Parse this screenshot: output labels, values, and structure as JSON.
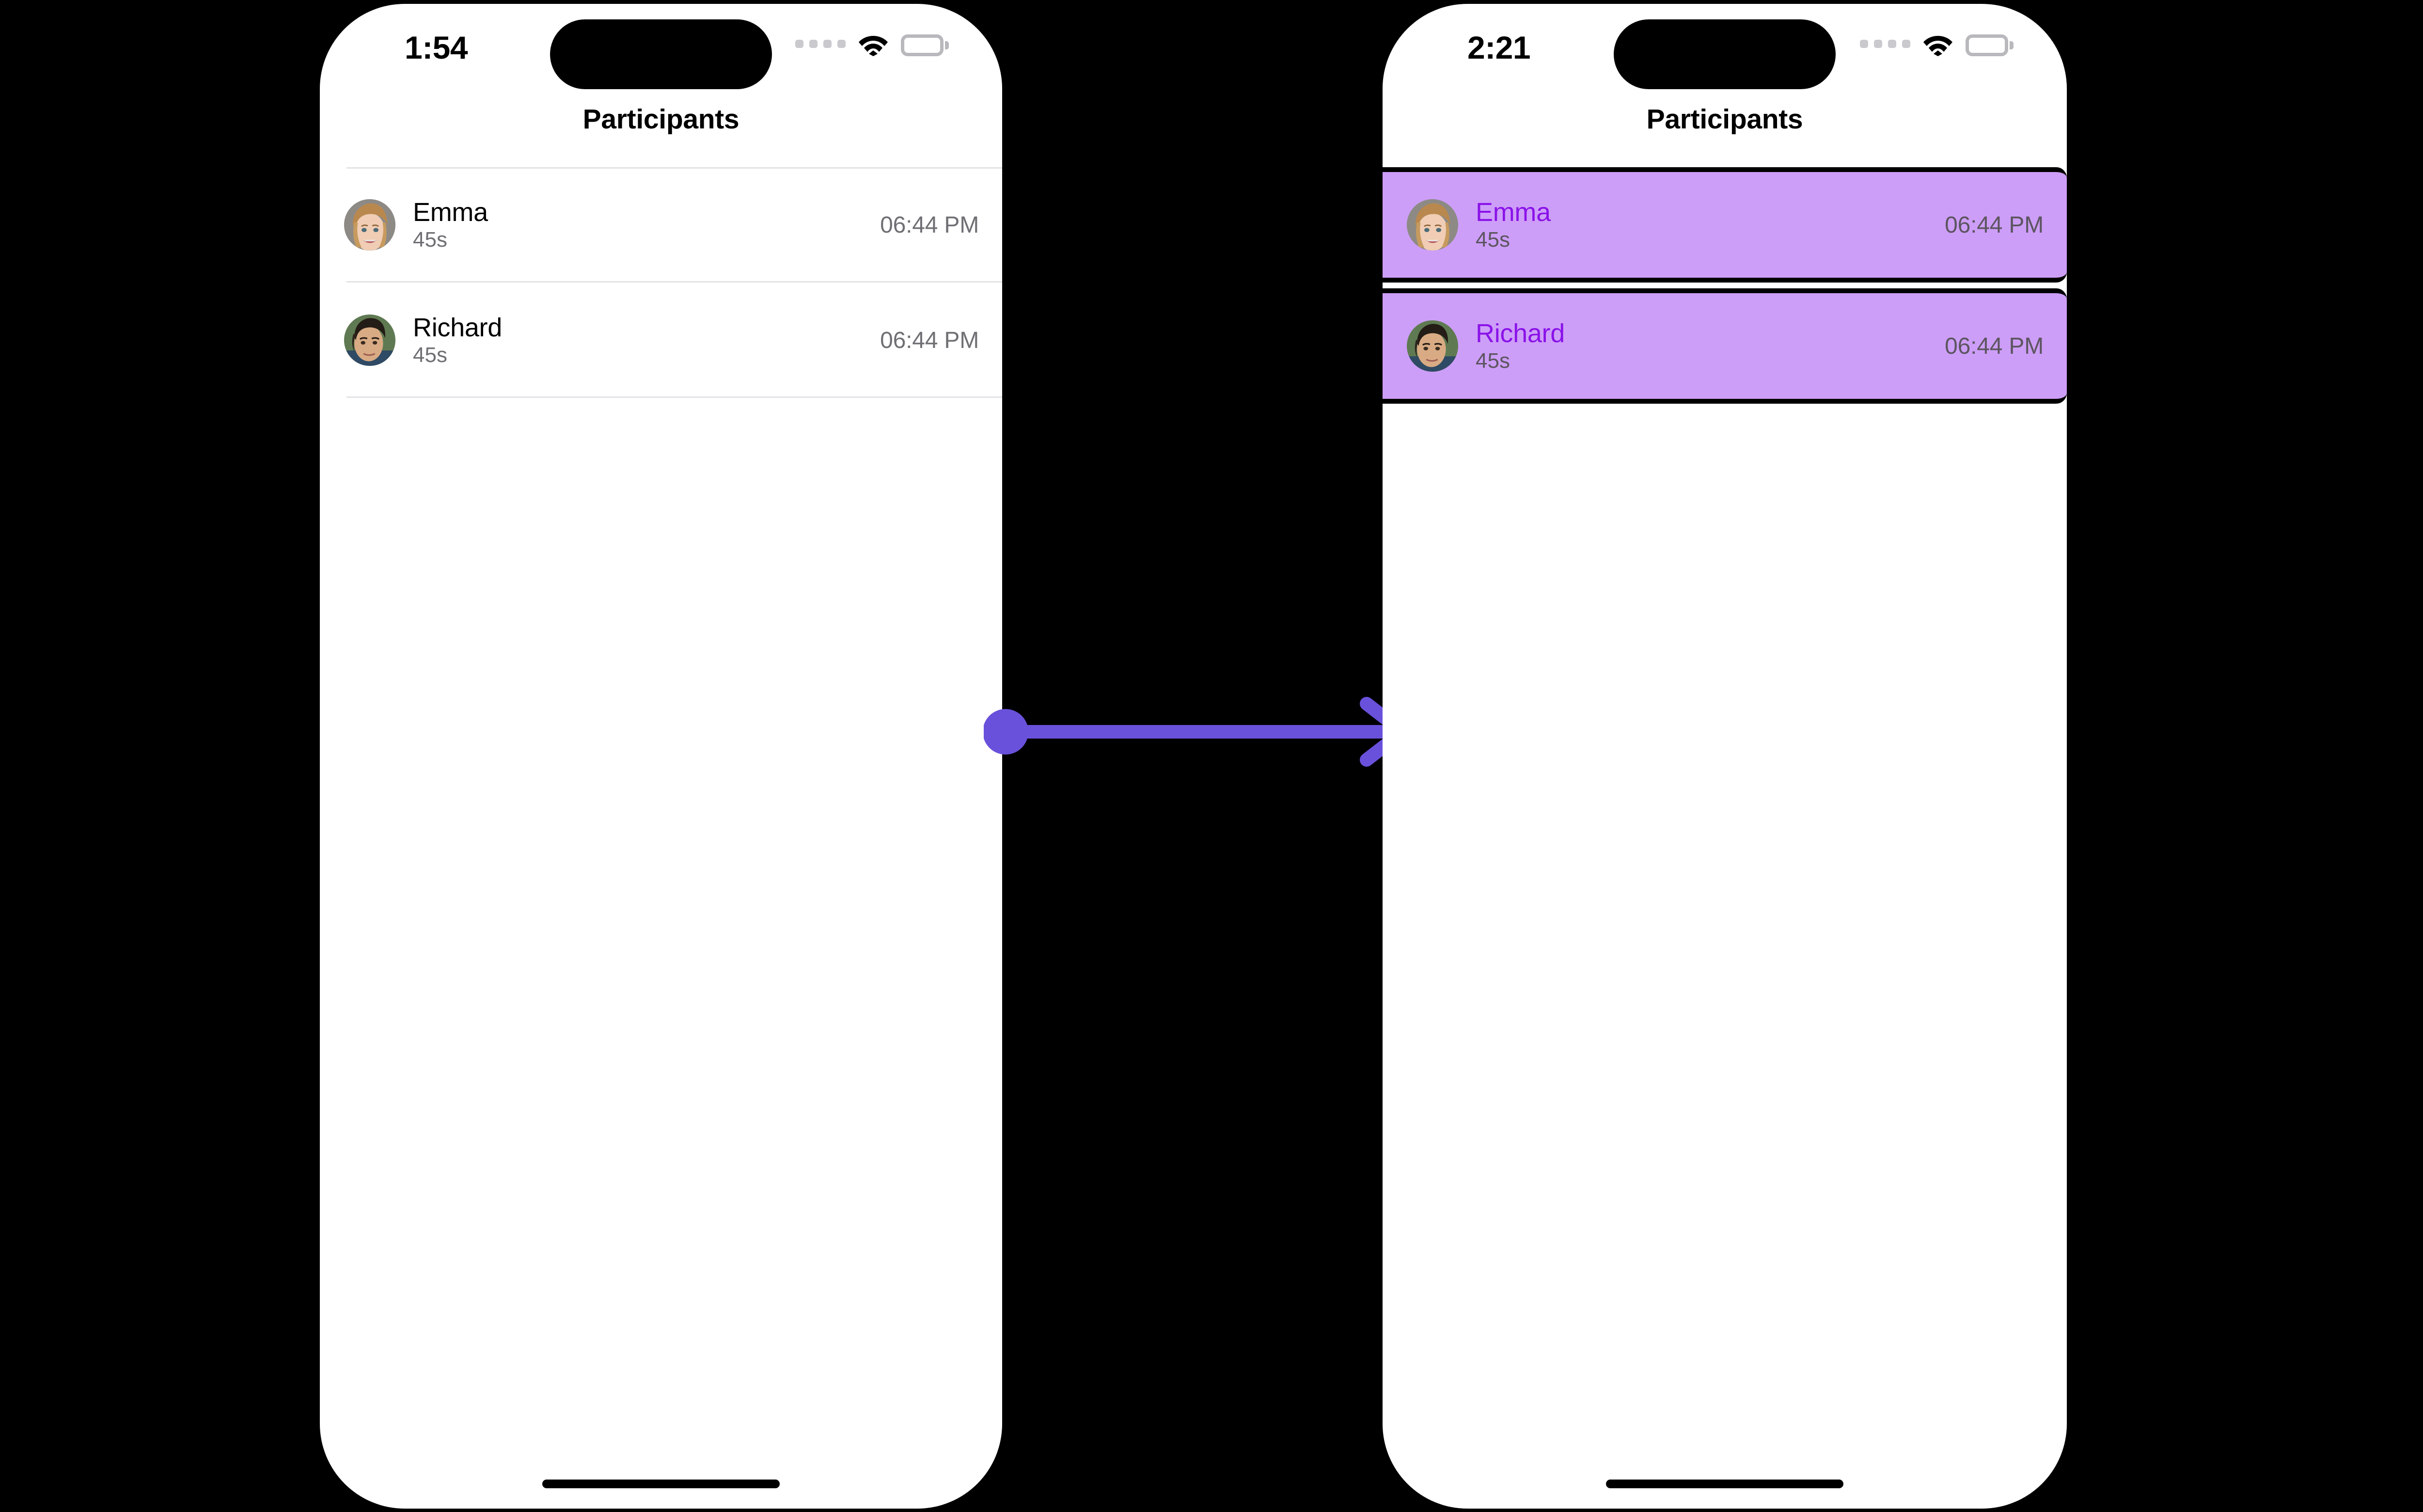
{
  "annotation": {
    "color": "#6A51DB",
    "type": "action-arrow-right",
    "start_marker": "filled-circle",
    "end_marker": "chevron-arrowhead"
  },
  "theme": {
    "highlight_fill": "#CD9EF8",
    "highlight_name_text": "#8A12E8",
    "highlight_border": "#000000",
    "plain_name_text": "#000000",
    "secondary_text": "#6F6F74",
    "divider": "#E3E3E6",
    "screen_bg": "#FFFFFF"
  },
  "screens": [
    {
      "id": "before",
      "status_bar": {
        "time": "1:54",
        "cellular_icon": "cellular-dots-icon",
        "wifi_icon": "wifi-icon",
        "battery_icon": "battery-full-icon"
      },
      "nav": {
        "title": "Participants"
      },
      "list": {
        "highlighted": false,
        "rows": [
          {
            "avatar": "avatar-emma",
            "name": "Emma",
            "duration": "45s",
            "time": "06:44 PM"
          },
          {
            "avatar": "avatar-richard",
            "name": "Richard",
            "duration": "45s",
            "time": "06:44 PM"
          }
        ]
      },
      "home_indicator": "home-indicator"
    },
    {
      "id": "after",
      "status_bar": {
        "time": "2:21",
        "cellular_icon": "cellular-dots-icon",
        "wifi_icon": "wifi-icon",
        "battery_icon": "battery-full-icon"
      },
      "nav": {
        "title": "Participants"
      },
      "list": {
        "highlighted": true,
        "rows": [
          {
            "avatar": "avatar-emma",
            "name": "Emma",
            "duration": "45s",
            "time": "06:44 PM"
          },
          {
            "avatar": "avatar-richard",
            "name": "Richard",
            "duration": "45s",
            "time": "06:44 PM"
          }
        ]
      },
      "home_indicator": "home-indicator"
    }
  ]
}
